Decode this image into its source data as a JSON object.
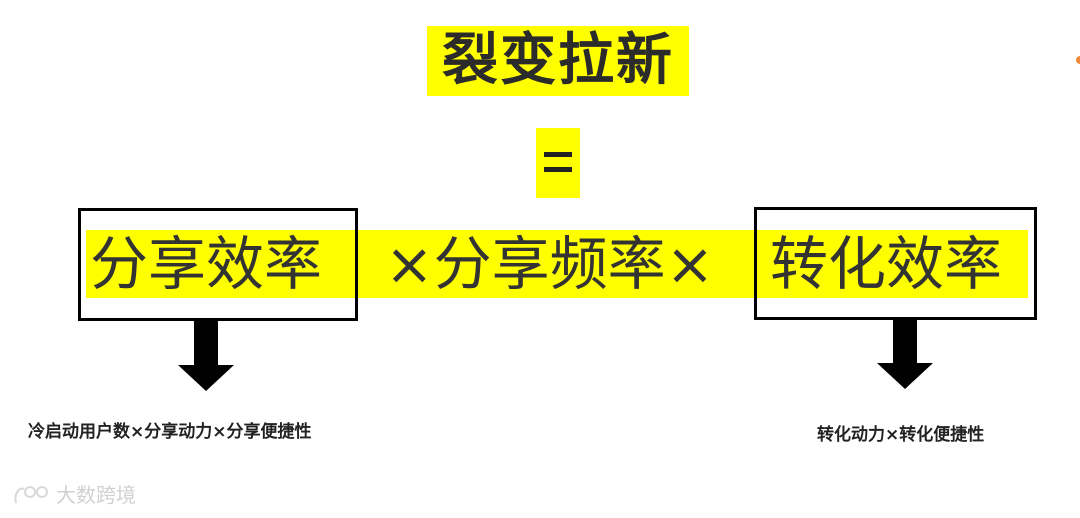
{
  "title": "裂变拉新",
  "equals_sign": "=",
  "formula": {
    "left_term": "分享效率",
    "middle_term": "×分享频率×",
    "right_term": "转化效率"
  },
  "notes": {
    "left": "冷启动用户数×分享动力×分享便捷性",
    "right": "转化动力×转化便捷性"
  },
  "watermark": {
    "text": "大数跨境"
  },
  "colors": {
    "highlight": "#ffff00",
    "frame": "#000000",
    "text": "#2b2b2b"
  }
}
